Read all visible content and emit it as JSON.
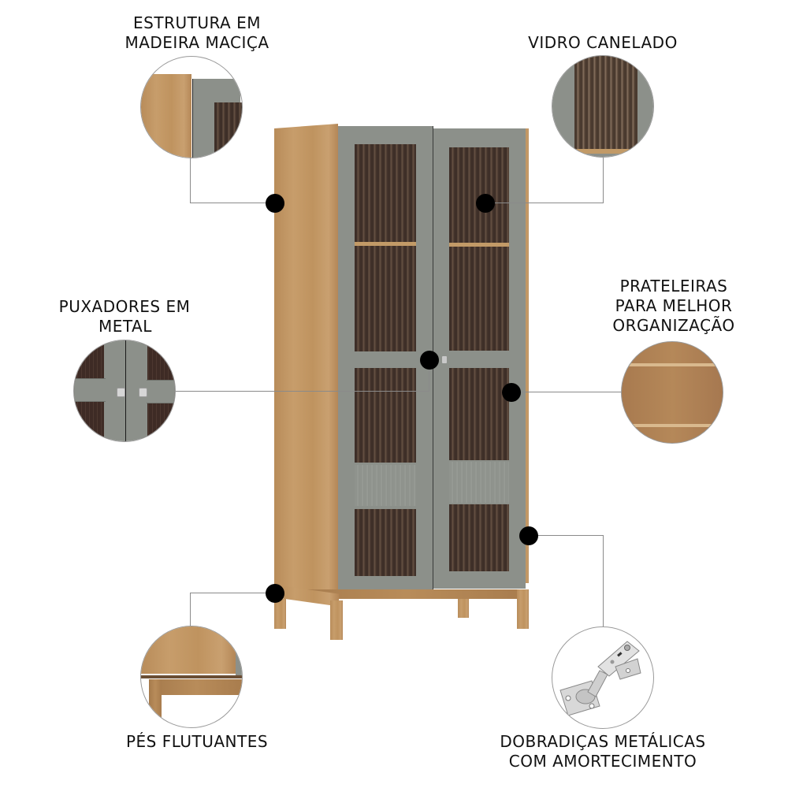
{
  "features": [
    {
      "id": "estrutura",
      "lines": [
        "ESTRUTURA EM",
        "MADEIRA MACIÇA"
      ]
    },
    {
      "id": "vidro",
      "lines": [
        "VIDRO CANELADO"
      ]
    },
    {
      "id": "puxadores",
      "lines": [
        "PUXADORES EM",
        "METAL"
      ]
    },
    {
      "id": "prateleiras",
      "lines": [
        "PRATELEIRAS",
        "PARA MELHOR",
        "ORGANIZAÇÃO"
      ]
    },
    {
      "id": "pes",
      "lines": [
        "PÉS FLUTUANTES"
      ]
    },
    {
      "id": "dobradicas",
      "lines": [
        "DOBRADIÇAS METÁLICAS",
        "COM AMORTECIMENTO"
      ]
    }
  ],
  "colors": {
    "wood": "#c29a67",
    "door_frame": "#8c908a",
    "glass": "#3e2f28",
    "marker": "#000000",
    "leader_line": "#8a8a8a"
  }
}
